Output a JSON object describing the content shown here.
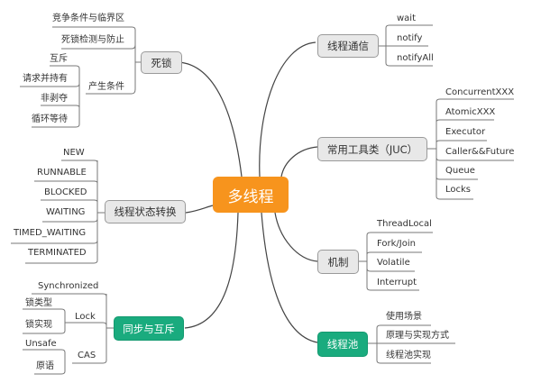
{
  "root": {
    "label": "多线程",
    "color": "#f7941d"
  },
  "branches": {
    "deadlock": {
      "label": "死锁",
      "children": [
        "竞争条件与临界区",
        "死锁检测与防止"
      ],
      "conditions": {
        "label": "产生条件",
        "children": [
          "互斥",
          "请求并持有",
          "非剥夺",
          "循环等待"
        ]
      }
    },
    "states": {
      "label": "线程状态转换",
      "children": [
        "NEW",
        "RUNNABLE",
        "BLOCKED",
        "WAITING",
        "TIMED_WAITING",
        "TERMINATED"
      ]
    },
    "sync": {
      "label": "同步与互斥",
      "color": "#1aab7e",
      "children": [
        "Synchronized"
      ],
      "lock": {
        "label": "Lock",
        "children": [
          "锁类型",
          "锁实现"
        ]
      },
      "cas": {
        "label": "CAS",
        "children": [
          "Unsafe",
          "原语"
        ]
      }
    },
    "comm": {
      "label": "线程通信",
      "children": [
        "wait",
        "notify",
        "notifyAll"
      ]
    },
    "juc": {
      "label": "常用工具类（JUC）",
      "children": [
        "ConcurrentXXX",
        "AtomicXXX",
        "Executor",
        "Caller&&Future",
        "Queue",
        "Locks"
      ]
    },
    "mechanism": {
      "label": "机制",
      "children": [
        "ThreadLocal",
        "Fork/Join",
        "Volatile",
        "Interrupt"
      ]
    },
    "pool": {
      "label": "线程池",
      "color": "#1aab7e",
      "children": [
        "使用场景",
        "原理与实现方式",
        "线程池实现"
      ]
    }
  }
}
